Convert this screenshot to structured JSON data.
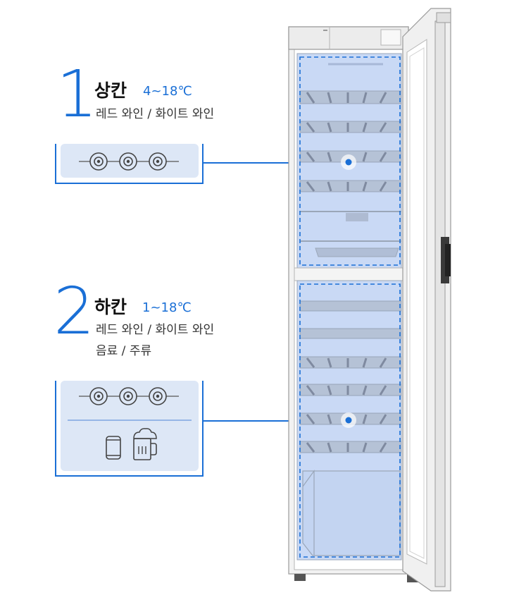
{
  "sections": [
    {
      "number": "1",
      "title": "상칸",
      "temperature": "4~18℃",
      "descriptions": [
        "레드 와인 / 화이트 와인"
      ],
      "icons": [
        "wine-bottle-icon",
        "wine-bottle-icon",
        "wine-bottle-icon"
      ]
    },
    {
      "number": "2",
      "title": "하칸",
      "temperature": "1~18℃",
      "descriptions": [
        "레드 와인 / 화이트 와인",
        "음료 / 주류"
      ],
      "icons": [
        "wine-bottle-icon",
        "wine-bottle-icon",
        "wine-bottle-icon",
        "can-icon",
        "beer-mug-icon"
      ]
    }
  ],
  "colors": {
    "accent": "#1a6fd6",
    "card": "#dde7f6",
    "compartment": "#c9d9f5",
    "shelf": "#9aa6b8",
    "frame": "#d9d9d9"
  }
}
